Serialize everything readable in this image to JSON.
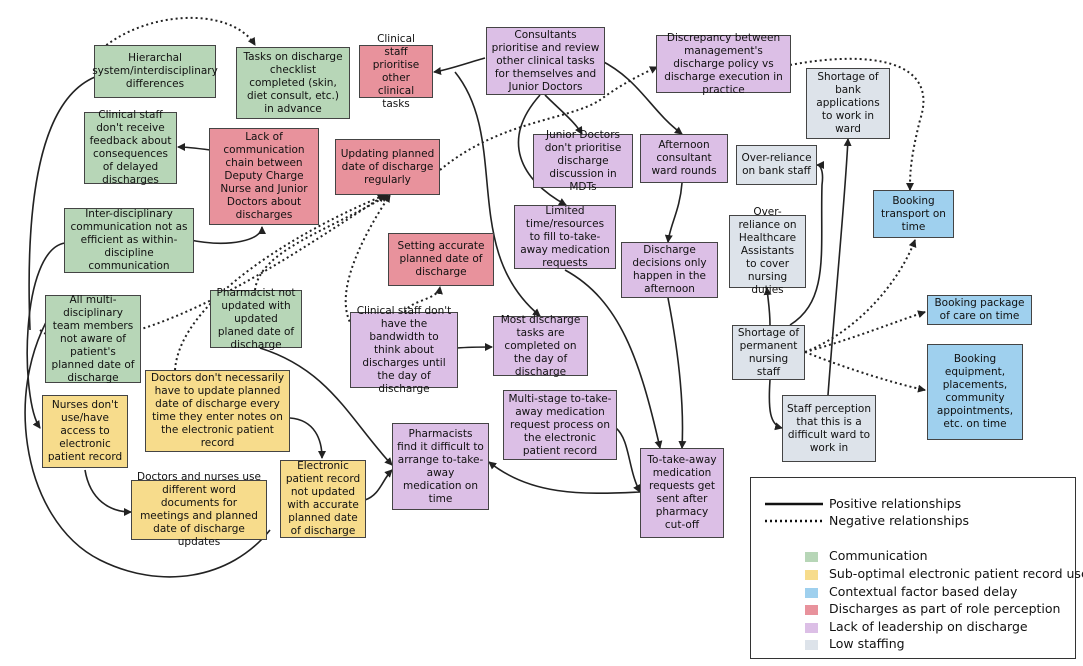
{
  "colors": {
    "Communication": "#b7d6b7",
    "Sub-optimal electronic patient record use": "#f7dc8c",
    "Contextual factor based delay": "#9fd0ee",
    "Discharges as part of role perception": "#e8929c",
    "Lack of leadership on discharge": "#dcbfe6",
    "Low staffing": "#dde3ea"
  },
  "nodes": {
    "hierarchical": "Hierarchal system/interdisciplinary differences",
    "no_feedback": "Clinical staff don't receive feedback about consequences of delayed discharges",
    "interdisc_comm": "Inter-disciplinary communication not as efficient as within-discipline communication",
    "mdt_unaware": "All multi-disciplinary team members not aware of patient's planned date of discharge",
    "nurses_no_epr": "Nurses don't use/have access to electronic patient record",
    "word_docs": "Doctors and nurses use different word documents for meetings and planned date of discharge updates",
    "tasks_checklist": "Tasks on discharge checklist completed (skin, diet consult, etc.) in advance",
    "lack_comm_chain": "Lack of communication chain between Deputy Charge Nurse and Junior Doctors about discharges",
    "pharmacist_not_updated": "Pharmacist not updated with updated planed date of discharge",
    "doctors_dont_update": "Doctors don't necessarily have to update planned date of discharge every time they enter notes on the electronic patient record",
    "epr_not_updated": "Electronic patient record not updated with accurate planned date of discharge",
    "clinical_prioritise": "Clinical staff prioritise other clinical tasks",
    "updating_pdd": "Updating planned date of discharge regularly",
    "setting_pdd": "Setting accurate planned date of discharge",
    "no_bandwidth": "Clinical staff don't have the bandwidth to think about discharges until the day of discharge",
    "pharmacists_difficult": "Pharmacists find it difficult to arrange to-take-away medication on time",
    "consultants_prioritise": "Consultants prioritise and review other clinical tasks for themselves and  Junior Doctors",
    "jd_dont_prioritise": "Junior Doctors don't prioritise discharge discussion in MDTs",
    "limited_tta": "Limited time/resources to fill to-take-away medication requests",
    "most_tasks_day": "Most discharge tasks are completed on the day of discharge",
    "multistage_tta": "Multi-stage to-take-away medication request process on the electronic patient record",
    "discrepancy": "Discrepancy between management's discharge policy vs discharge execution in practice",
    "afternoon_rounds": "Afternoon consultant ward rounds",
    "afternoon_decisions": "Discharge decisions only happen in the afternoon",
    "tta_after_cutoff": "To-take-away medication requests get sent after pharmacy cut-off",
    "bank_shortage": "Shortage of bank applications to work in ward",
    "overreliance_bank": "Over-reliance on bank staff",
    "overreliance_hca": "Over-reliance on Healthcare Assistants to cover nursing duties",
    "shortage_permanent": "Shortage of permanent nursing staff",
    "staff_perception": "Staff perception that this is a difficult ward to work in",
    "booking_transport": "Booking transport on time",
    "booking_package": "Booking package of care on time",
    "booking_equipment": "Booking equipment, placements, community appointments, etc. on time"
  },
  "legend": {
    "positive": "Positive relationships",
    "negative": "Negative relationships",
    "categories": [
      "Communication",
      "Sub-optimal electronic patient record use",
      "Contextual factor based delay",
      "Discharges as part of role perception",
      "Lack of leadership on discharge",
      "Low staffing"
    ]
  }
}
